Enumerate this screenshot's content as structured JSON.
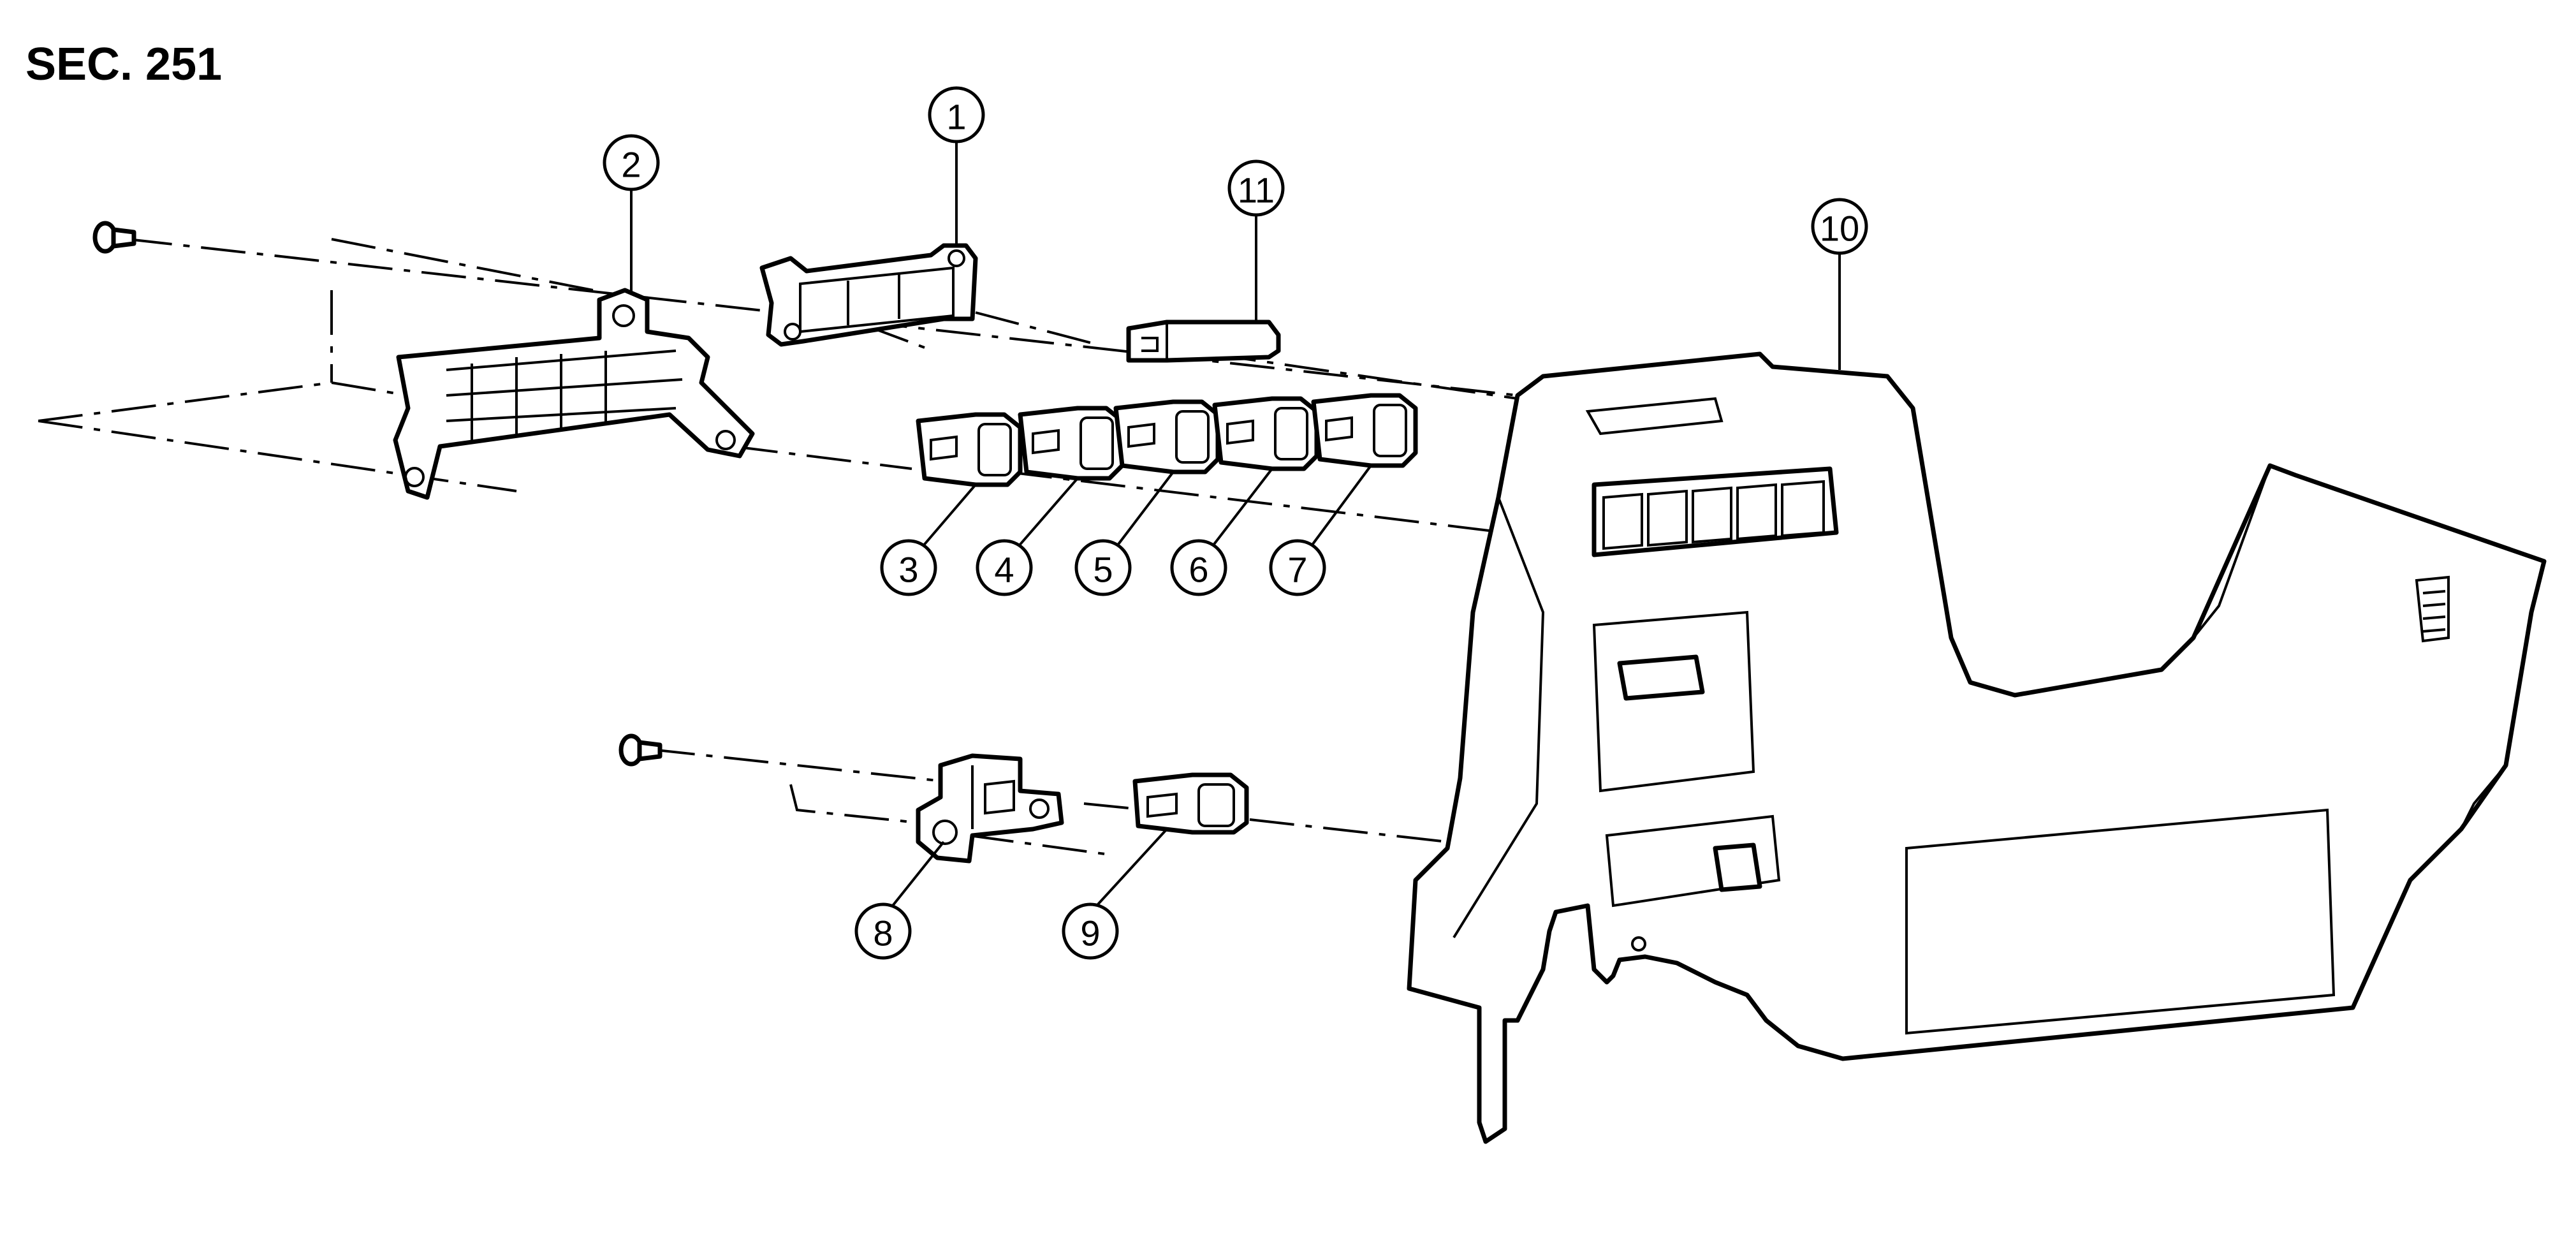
{
  "section_label": "SEC. 251",
  "callouts": [
    {
      "id": "1",
      "label": "1"
    },
    {
      "id": "2",
      "label": "2"
    },
    {
      "id": "3",
      "label": "3"
    },
    {
      "id": "4",
      "label": "4"
    },
    {
      "id": "5",
      "label": "5"
    },
    {
      "id": "6",
      "label": "6"
    },
    {
      "id": "7",
      "label": "7"
    },
    {
      "id": "8",
      "label": "8"
    },
    {
      "id": "9",
      "label": "9"
    },
    {
      "id": "10",
      "label": "10"
    },
    {
      "id": "11",
      "label": "11"
    }
  ],
  "colors": {
    "line": "#000000",
    "background": "#ffffff"
  }
}
